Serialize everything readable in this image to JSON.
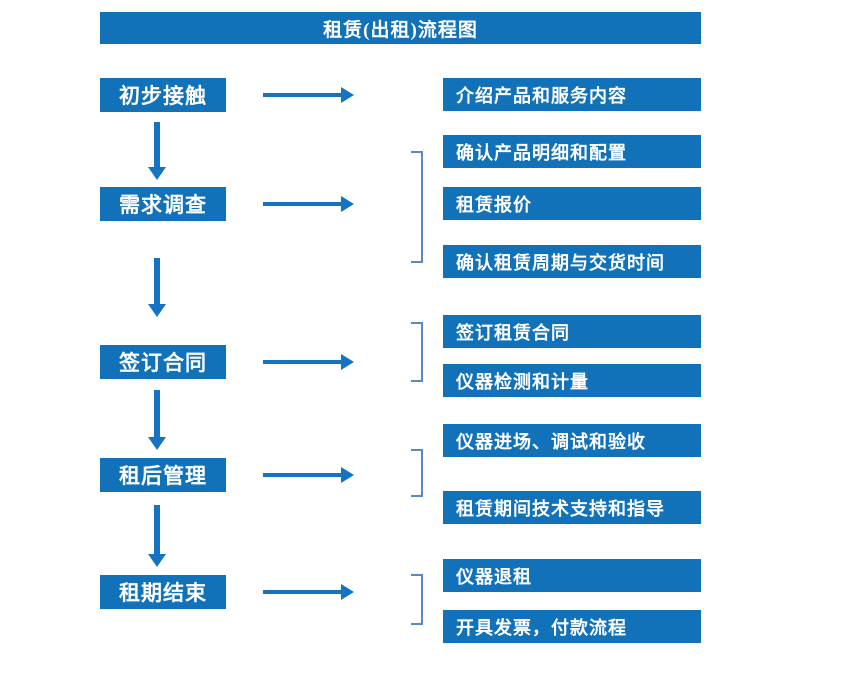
{
  "title": "租赁(出租)流程图",
  "colors": {
    "box_fill": "#1172BA",
    "arrow": "#1573C4",
    "bracket": "#5B87C6",
    "text": "#FFFFFF",
    "background": "#FFFFFF"
  },
  "stages": [
    {
      "label": "初步接触",
      "details": [
        "介绍产品和服务内容"
      ]
    },
    {
      "label": "需求调查",
      "details": [
        "确认产品明细和配置",
        "租赁报价",
        "确认租赁周期与交货时间"
      ]
    },
    {
      "label": "签订合同",
      "details": [
        "签订租赁合同",
        "仪器检测和计量"
      ]
    },
    {
      "label": "租后管理",
      "details": [
        "仪器进场、调试和验收",
        "租赁期间技术支持和指导"
      ]
    },
    {
      "label": "租期结束",
      "details": [
        "仪器退租",
        "开具发票，付款流程"
      ]
    }
  ]
}
